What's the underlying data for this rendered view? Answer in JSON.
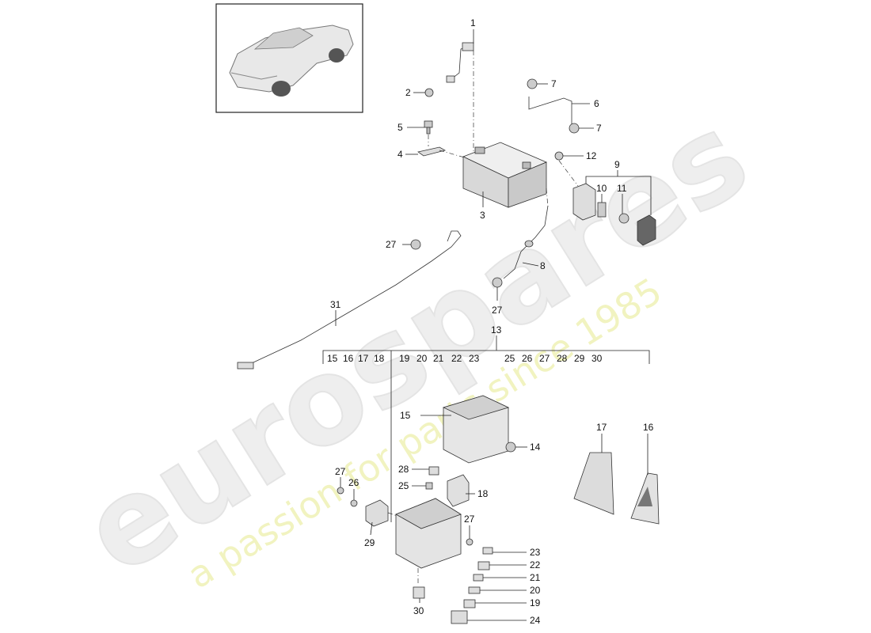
{
  "watermark": {
    "brand": "eurospares",
    "tagline": "a passion for parts since 1985"
  },
  "callouts": {
    "c1": "1",
    "c2": "2",
    "c3": "3",
    "c4": "4",
    "c5": "5",
    "c6": "6",
    "c7a": "7",
    "c7b": "7",
    "c8": "8",
    "c9": "9",
    "c10": "10",
    "c11": "11",
    "c12": "12",
    "c13": "13",
    "c14": "14",
    "c15": "15",
    "c16": "16",
    "c17": "17",
    "c18": "18",
    "c19": "19",
    "c20": "20",
    "c21": "21",
    "c22": "22",
    "c23": "23",
    "c24": "24",
    "c25": "25",
    "c26": "26",
    "c27a": "27",
    "c27b": "27",
    "c27c": "27",
    "c27d": "27",
    "c28": "28",
    "c29": "29",
    "c30": "30",
    "c31": "31"
  },
  "group13": [
    "15",
    "16",
    "17",
    "18",
    "19",
    "20",
    "21",
    "22",
    "23",
    "25",
    "26",
    "27",
    "28",
    "29",
    "30"
  ]
}
